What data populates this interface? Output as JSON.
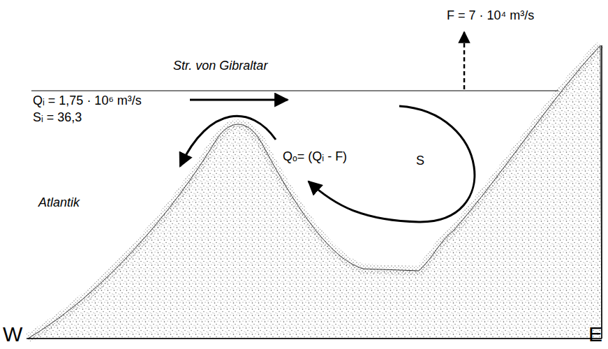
{
  "diagram": {
    "labels": [
      "F = 7 · 10⁴ m³/s",
      "Str. von Gibraltar",
      "Qᵢ = 1,75 · 10⁶ m³/s",
      "Sᵢ = 36,3",
      "Qₒ= (Qᵢ - F)",
      "S",
      "Atlantik",
      "W",
      "E"
    ]
  }
}
